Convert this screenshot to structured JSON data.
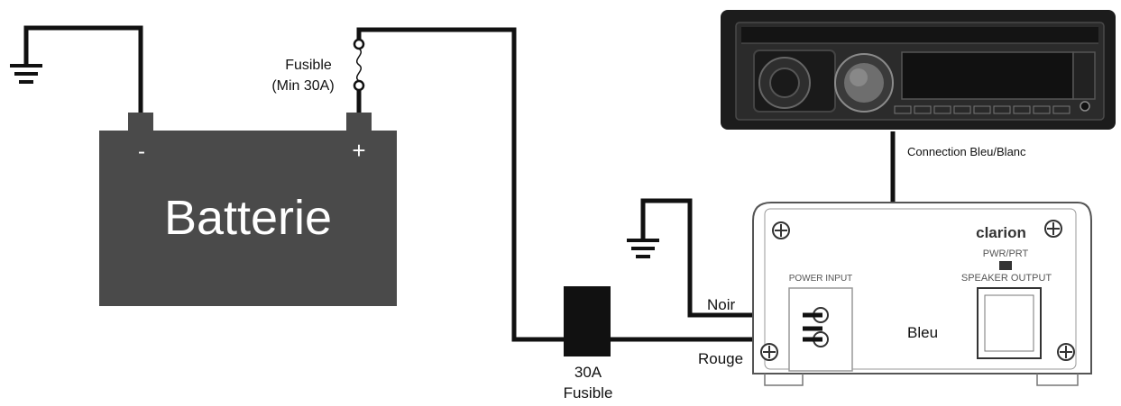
{
  "colors": {
    "wire": "#111111",
    "battery_body": "#4a4a4a",
    "amp_outline": "#555555",
    "head_unit_body": "#1c1c1c",
    "text": "#111111"
  },
  "battery": {
    "label": "Batterie",
    "negative": "-",
    "positive": "+"
  },
  "inline_fuse": {
    "line1": "Fusible",
    "line2": "(Min 30A)"
  },
  "main_fuse": {
    "line1": "30A",
    "line2": "Fusible"
  },
  "head_unit": {
    "connection_label": "Connection Bleu/Blanc"
  },
  "amplifier": {
    "brand": "clarion",
    "pwr_label": "PWR/PRT",
    "speaker_output": "SPEAKER OUTPUT",
    "power_input": "POWER INPUT"
  },
  "wire_labels": {
    "noir": "Noir",
    "rouge": "Rouge",
    "bleu": "Bleu"
  },
  "icons": [
    "ground-icon",
    "fuse-icon",
    "screw-icon"
  ]
}
